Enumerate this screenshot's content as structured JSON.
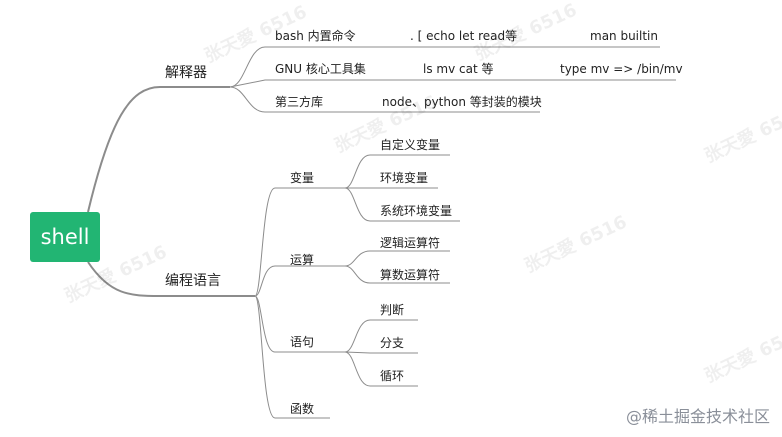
{
  "root": {
    "label": "shell",
    "color": "#22b573"
  },
  "branches": [
    {
      "label": "解释器",
      "children": [
        {
          "parts": [
            "bash 内置命令",
            ".  [   echo  let  read等",
            "man builtin"
          ]
        },
        {
          "parts": [
            "GNU 核心工具集",
            "ls   mv  cat 等",
            "type mv =>  /bin/mv"
          ]
        },
        {
          "parts": [
            "第三方库",
            "node、python 等封装的模块"
          ]
        }
      ]
    },
    {
      "label": "编程语言",
      "children": [
        {
          "label": "变量",
          "children": [
            "自定义变量",
            "环境变量",
            "系统环境变量"
          ]
        },
        {
          "label": "运算",
          "children": [
            "逻辑运算符",
            "算数运算符"
          ]
        },
        {
          "label": "语句",
          "children": [
            "判断",
            "分支",
            "循环"
          ]
        },
        {
          "label": "函数",
          "children": []
        }
      ]
    }
  ],
  "watermark": "张天愛 6516",
  "credit": "@稀土掘金技术社区",
  "line_color": "#8c8c8c"
}
